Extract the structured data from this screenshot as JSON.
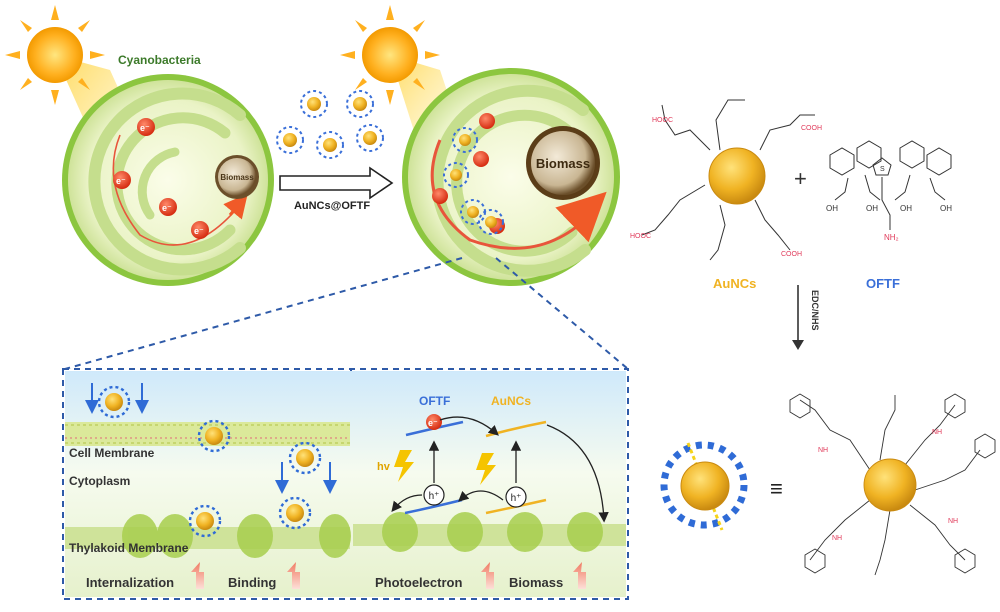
{
  "top": {
    "cyanobacteria_label": "Cyanobacteria",
    "electron_symbol": "e⁻",
    "biomass_small": "Biomass",
    "biomass_large": "Biomass",
    "arrow_label": "AuNCs@OFTF"
  },
  "inset_left": {
    "cell_membrane": "Cell Membrane",
    "cytoplasm": "Cytoplasm",
    "thylakoid_membrane": "Thylakoid Membrane",
    "internalization": "Internalization",
    "binding": "Binding"
  },
  "inset_right": {
    "oftf": "OFTF",
    "aunc": "AuNCs",
    "electron": "e⁻",
    "hole": "h⁺",
    "hv": "hv",
    "photoelectron": "Photoelectron",
    "biomass": "Biomass"
  },
  "chem": {
    "aunc_label": "AuNCs",
    "oftf_label": "OFTF",
    "plus": "+",
    "reaction": "EDC/NHS",
    "equiv": "≡",
    "cooh": "COOH",
    "hooc": "HOOC",
    "oh": "OH",
    "nh2": "NH₂",
    "s": "S",
    "nh": "NH"
  },
  "colors": {
    "membrane_green": "#8cc63f",
    "oftf_blue": "#3a6fd8",
    "aunc_gold": "#f0b323",
    "dashed_blue": "#2e5aa8",
    "electron_red": "#e03a1e",
    "label_green": "#3c7a2a"
  }
}
